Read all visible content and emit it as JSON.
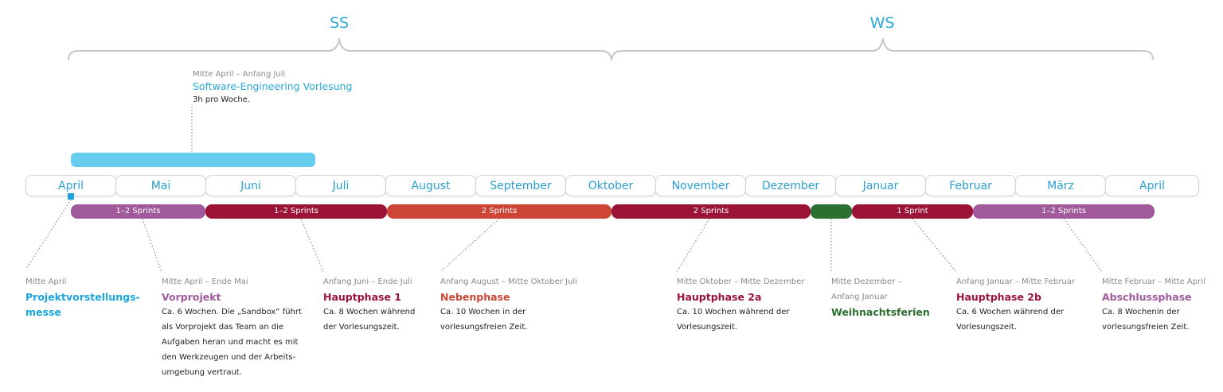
{
  "semesters": {
    "ss": "SS",
    "ws": "WS"
  },
  "lecture": {
    "date": "Mitte April – Anfang Juli",
    "title": "Software-Engineering Vorlesung",
    "desc": "3h pro Woche."
  },
  "months": [
    "April",
    "Mai",
    "Juni",
    "Juli",
    "August",
    "September",
    "Oktober",
    "November",
    "Dezember",
    "Januar",
    "Februar",
    "März",
    "April"
  ],
  "phases": [
    {
      "label": "1–2 Sprints",
      "color": "#a05a9c"
    },
    {
      "label": "1–2 Sprints",
      "color": "#9b1438"
    },
    {
      "label": "2 Sprints",
      "color": "#cc4535"
    },
    {
      "label": "2 Sprints",
      "color": "#9b1438"
    },
    {
      "label": "",
      "color": "#2d6e31"
    },
    {
      "label": "1 Sprint",
      "color": "#9b1438"
    },
    {
      "label": "1–2 Sprints",
      "color": "#a05a9c"
    }
  ],
  "blocks": [
    {
      "date": "Mitte April",
      "title": "Projektvorstellungs-\nmesse",
      "desc": "",
      "color": "#1aa6dc"
    },
    {
      "date": "Mitte April – Ende Mai",
      "title": "Vorprojekt",
      "desc": "Ca. 6 Wochen. Die „Sandbox“ führt\nals Vorprojekt das Team an die\nAufgaben heran und macht es mit\nden Werkzeugen und der Arbeits-\numgebung vertraut.",
      "color": "#a05a9c"
    },
    {
      "date": "Anfang Juni – Ende Juli",
      "title": "Hauptphase 1",
      "desc": "Ca. 8 Wochen während\nder Vorlesungszeit.",
      "color": "#9b1438"
    },
    {
      "date": "Anfang August – Mitte Oktober Juli",
      "title": "Nebenphase",
      "desc": "Ca. 10 Wochen in der\nvorlesungsfreien Zeit.",
      "color": "#cc4535"
    },
    {
      "date": "Mitte Oktober – Mitte Dezember",
      "title": "Hauptphase 2a",
      "desc": "Ca. 10 Wochen während der\nVorlesungszeit.",
      "color": "#9b1438"
    },
    {
      "date": "Mitte Dezember –\nAnfang Januar",
      "title": "Weihnachtsferien",
      "desc": "",
      "color": "#2d6e31"
    },
    {
      "date": "Anfang Januar – Mitte Februar",
      "title": "Hauptphase 2b",
      "desc": "Ca. 6 Wochen während der\nVorlesungszeit.",
      "color": "#9b1438"
    },
    {
      "date": "Mitte Februar – Mitte April",
      "title": "Abschlussphase",
      "desc": "Ca. 8 Wochenin der\nvorlesungsfreien Zeit.",
      "color": "#a05a9c"
    }
  ]
}
